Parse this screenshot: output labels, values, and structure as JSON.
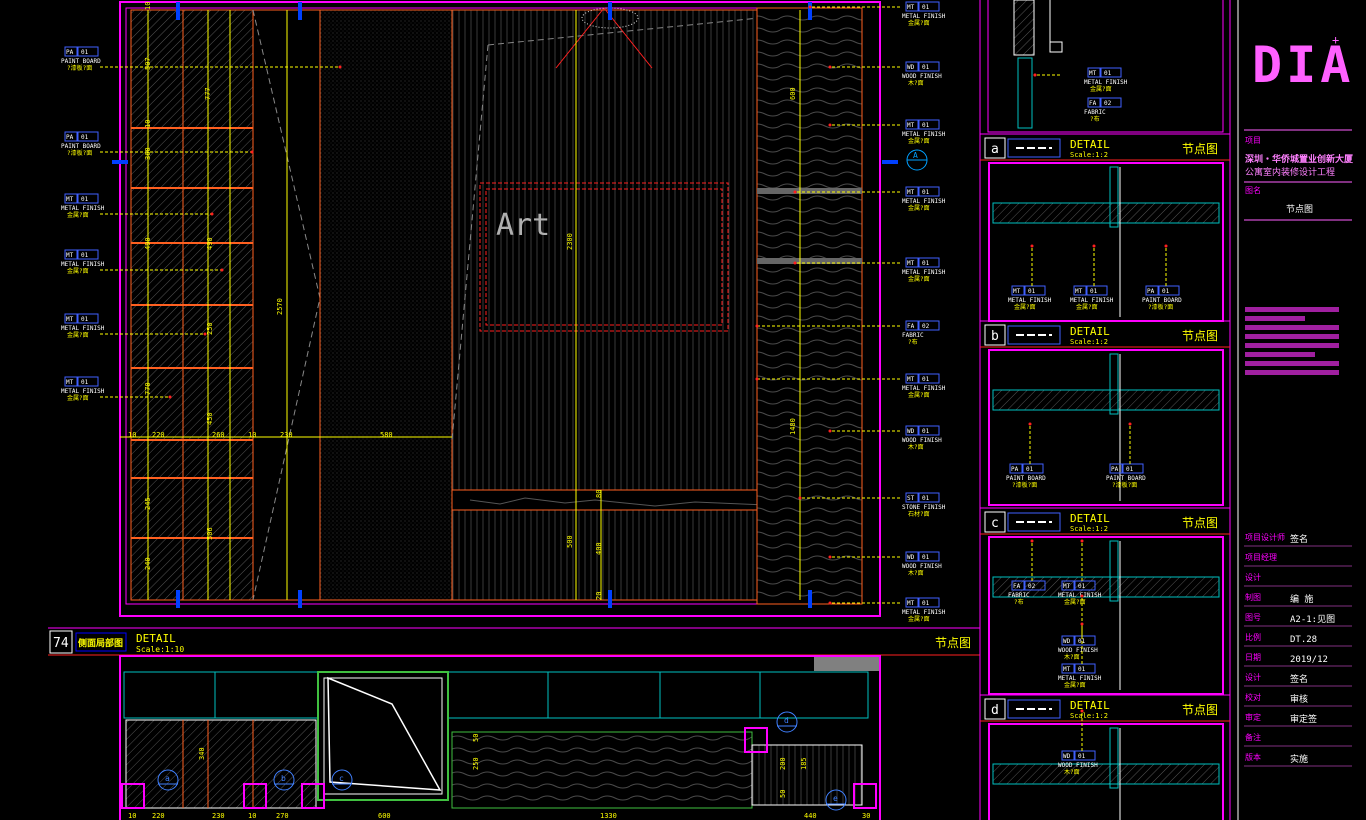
{
  "colors": {
    "frame": "#ff00ff",
    "line": "#ffffff",
    "leader": "#ffff00",
    "tag": "#0000ff",
    "dim": "#ffff00",
    "red": "#ff2020",
    "cyan": "#00ffff",
    "gray": "#808080",
    "green": "#40c040",
    "title_block_text": "#ff60ff"
  },
  "drawing": {
    "art_label": "Art",
    "main_detail": {
      "number": "74",
      "title": "DETAIL",
      "scale": "Scale:1:10",
      "tag": "节点图",
      "stamp": "侧面局部图"
    },
    "left_tags": [
      {
        "code": "PA",
        "num": "01",
        "en": "PAINT BOARD",
        "cn": "?漆板?面"
      },
      {
        "code": "PA",
        "num": "01",
        "en": "PAINT BOARD",
        "cn": "?漆板?面"
      },
      {
        "code": "MT",
        "num": "01",
        "en": "METAL FINISH",
        "cn": "金属?面"
      },
      {
        "code": "MT",
        "num": "01",
        "en": "METAL FINISH",
        "cn": "金属?面"
      },
      {
        "code": "MT",
        "num": "01",
        "en": "METAL FINISH",
        "cn": "金属?面"
      },
      {
        "code": "MT",
        "num": "01",
        "en": "METAL FINISH",
        "cn": "金属?面"
      }
    ],
    "right_tags": [
      {
        "code": "MT",
        "num": "01",
        "en": "METAL FINISH",
        "cn": "金属?面"
      },
      {
        "code": "WD",
        "num": "01",
        "en": "WOOD FINISH",
        "cn": "木?面"
      },
      {
        "code": "MT",
        "num": "01",
        "en": "METAL FINISH",
        "cn": "金属?面"
      },
      {
        "code": "MT",
        "num": "01",
        "en": "METAL FINISH",
        "cn": "金属?面"
      },
      {
        "code": "MT",
        "num": "01",
        "en": "METAL FINISH",
        "cn": "金属?面"
      },
      {
        "code": "FA",
        "num": "02",
        "en": "FABRIC",
        "cn": "?布"
      },
      {
        "code": "MT",
        "num": "01",
        "en": "METAL FINISH",
        "cn": "金属?面"
      },
      {
        "code": "WD",
        "num": "01",
        "en": "WOOD FINISH",
        "cn": "木?面"
      },
      {
        "code": "ST",
        "num": "01",
        "en": "STONE FINISH",
        "cn": "石材?面"
      },
      {
        "code": "WD",
        "num": "01",
        "en": "WOOD FINISH",
        "cn": "木?面"
      },
      {
        "code": "MT",
        "num": "01",
        "en": "METAL FINISH",
        "cn": "金属?面"
      }
    ],
    "section_marker": "A",
    "bottom_dims": [
      "10",
      "220",
      "260",
      "10",
      "230",
      "580"
    ],
    "vertical_dims": [
      "507",
      "777",
      "360",
      "10",
      "490",
      "490",
      "250",
      "770",
      "450",
      "245",
      "506",
      "240",
      "2570",
      "2300",
      "80",
      "500",
      "400",
      "600",
      "20",
      "1480",
      "10"
    ],
    "lower_dims": [
      "10",
      "220",
      "230",
      "10",
      "270",
      "600",
      "1330",
      "440",
      "30",
      "340",
      "250",
      "50",
      "200",
      "185",
      "50"
    ],
    "lower_markers": [
      "a",
      "b",
      "c",
      "d",
      "e"
    ]
  },
  "details": [
    {
      "letter": "a",
      "title": "DETAIL",
      "scale": "Scale:1:2",
      "tag": "节点图",
      "callouts": [
        {
          "code": "MT",
          "num": "01",
          "en": "METAL FINISH",
          "cn": "金属?面"
        },
        {
          "code": "MT",
          "num": "01",
          "en": "METAL FINISH",
          "cn": "金属?面"
        },
        {
          "code": "PA",
          "num": "01",
          "en": "PAINT BOARD",
          "cn": "?漆板?面"
        }
      ]
    },
    {
      "letter": "b",
      "title": "DETAIL",
      "scale": "Scale:1:2",
      "tag": "节点图",
      "callouts": [
        {
          "code": "PA",
          "num": "01",
          "en": "PAINT BOARD",
          "cn": "?漆板?面"
        },
        {
          "code": "PA",
          "num": "01",
          "en": "PAINT BOARD",
          "cn": "?漆板?面"
        }
      ]
    },
    {
      "letter": "c",
      "title": "DETAIL",
      "scale": "Scale:1:2",
      "tag": "节点图",
      "callouts": [
        {
          "code": "FA",
          "num": "02",
          "en": "FABRIC",
          "cn": "?布"
        },
        {
          "code": "MT",
          "num": "01",
          "en": "METAL FINISH",
          "cn": "金属?面"
        },
        {
          "code": "WD",
          "num": "01",
          "en": "WOOD FINISH",
          "cn": "木?面"
        },
        {
          "code": "MT",
          "num": "01",
          "en": "METAL FINISH",
          "cn": "金属?面"
        }
      ]
    },
    {
      "letter": "d",
      "title": "DETAIL",
      "scale": "Scale:1:2",
      "tag": "节点图",
      "callouts": [
        {
          "code": "WD",
          "num": "01",
          "en": "WOOD FINISH",
          "cn": "木?面"
        }
      ]
    }
  ],
  "top_detail_callouts": [
    {
      "code": "MT",
      "num": "01",
      "en": "METAL FINISH",
      "cn": "金属?面"
    },
    {
      "code": "FA",
      "num": "02",
      "en": "FABRIC",
      "cn": "?布"
    }
  ],
  "title_block": {
    "logo": "DIA",
    "project_label": "项目",
    "project_line1": "深圳・华侨城置业创新大厦",
    "project_line2": "公寓室内装修设计工程",
    "drawing_name_label": "图名",
    "drawing_name": "节点图",
    "fields": [
      {
        "label": "项目设计师",
        "value": "签名"
      },
      {
        "label": "项目经理",
        "value": ""
      },
      {
        "label": "设计",
        "value": ""
      },
      {
        "label": "制图",
        "value": "编 施"
      },
      {
        "label": "图号",
        "value": "A2-1:见图"
      },
      {
        "label": "比例",
        "value": "DT.28"
      },
      {
        "label": "日期",
        "value": "2019/12"
      },
      {
        "label": "设计",
        "value": "签名"
      },
      {
        "label": "校对",
        "value": "审核"
      },
      {
        "label": "审定",
        "value": "审定签"
      },
      {
        "label": "备注",
        "value": ""
      },
      {
        "label": "版本",
        "value": "实施"
      }
    ]
  }
}
